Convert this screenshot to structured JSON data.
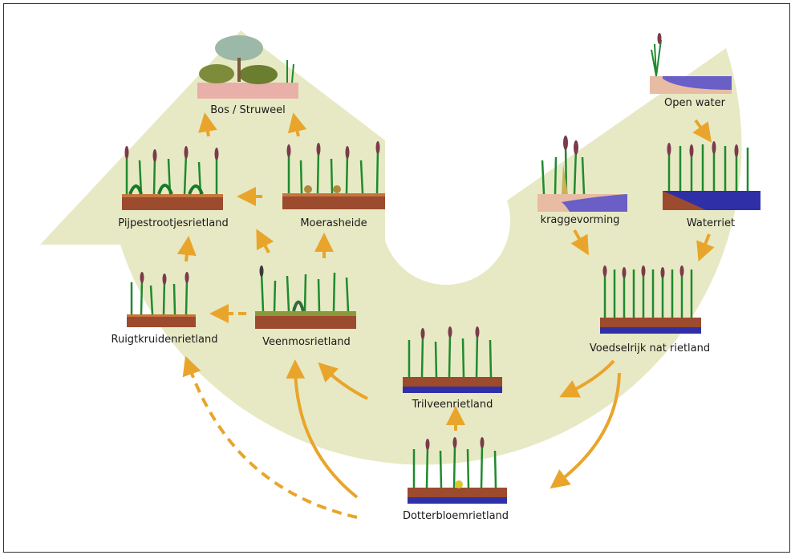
{
  "colors": {
    "background": "#ffffff",
    "shape_fill": "#e7e9c4",
    "arrow": "#e9a52b",
    "soil": "#9c4b2e",
    "water": "#6a5fc6",
    "reed": "#1f8a2e",
    "panicle": "#7a3b4a"
  },
  "stages": {
    "bos_struweel": "Bos / Struweel",
    "pijpestrootjesrietland": "Pijpestrootjesrietland",
    "moerasheide": "Moerasheide",
    "ruigtkruidenrietland": "Ruigtkruidenrietland",
    "veenmosrietland": "Veenmosrietland",
    "trilveenrietland": "Trilveenrietland",
    "dotterbloemrietland": "Dotterbloemrietland",
    "open_water": "Open water",
    "kraggevorming": "kraggevorming",
    "waterriet": "Waterriet",
    "voedselrijk_nat_rietland": "Voedselrijk nat rietland"
  }
}
